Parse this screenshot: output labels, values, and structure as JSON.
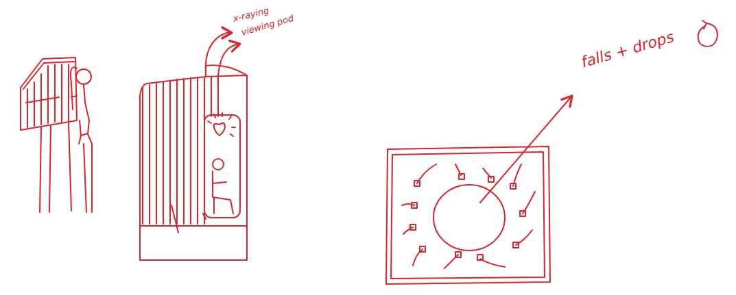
{
  "diagram": {
    "labels": [
      "x-raying",
      "viewing pod",
      "falls + drops"
    ]
  }
}
